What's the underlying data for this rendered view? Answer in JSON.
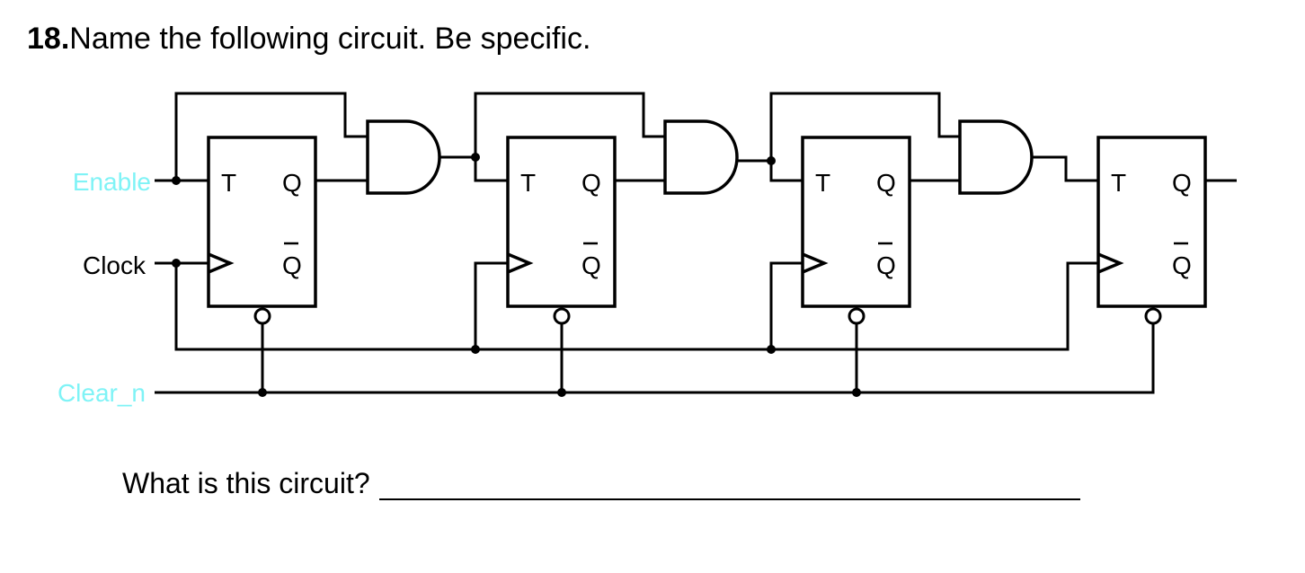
{
  "question": {
    "number": "18.",
    "text": "Name the following circuit. Be specific."
  },
  "signals": {
    "enable": "Enable",
    "clock": "Clock",
    "clear": "Clear_n",
    "label_color_input": "#7ff3f6",
    "label_color_clock": "#000000"
  },
  "flip_flop": {
    "t_label": "T",
    "q_label": "Q",
    "qbar_label": "Q"
  },
  "answer": {
    "prompt": "What is this circuit?",
    "value": ""
  }
}
